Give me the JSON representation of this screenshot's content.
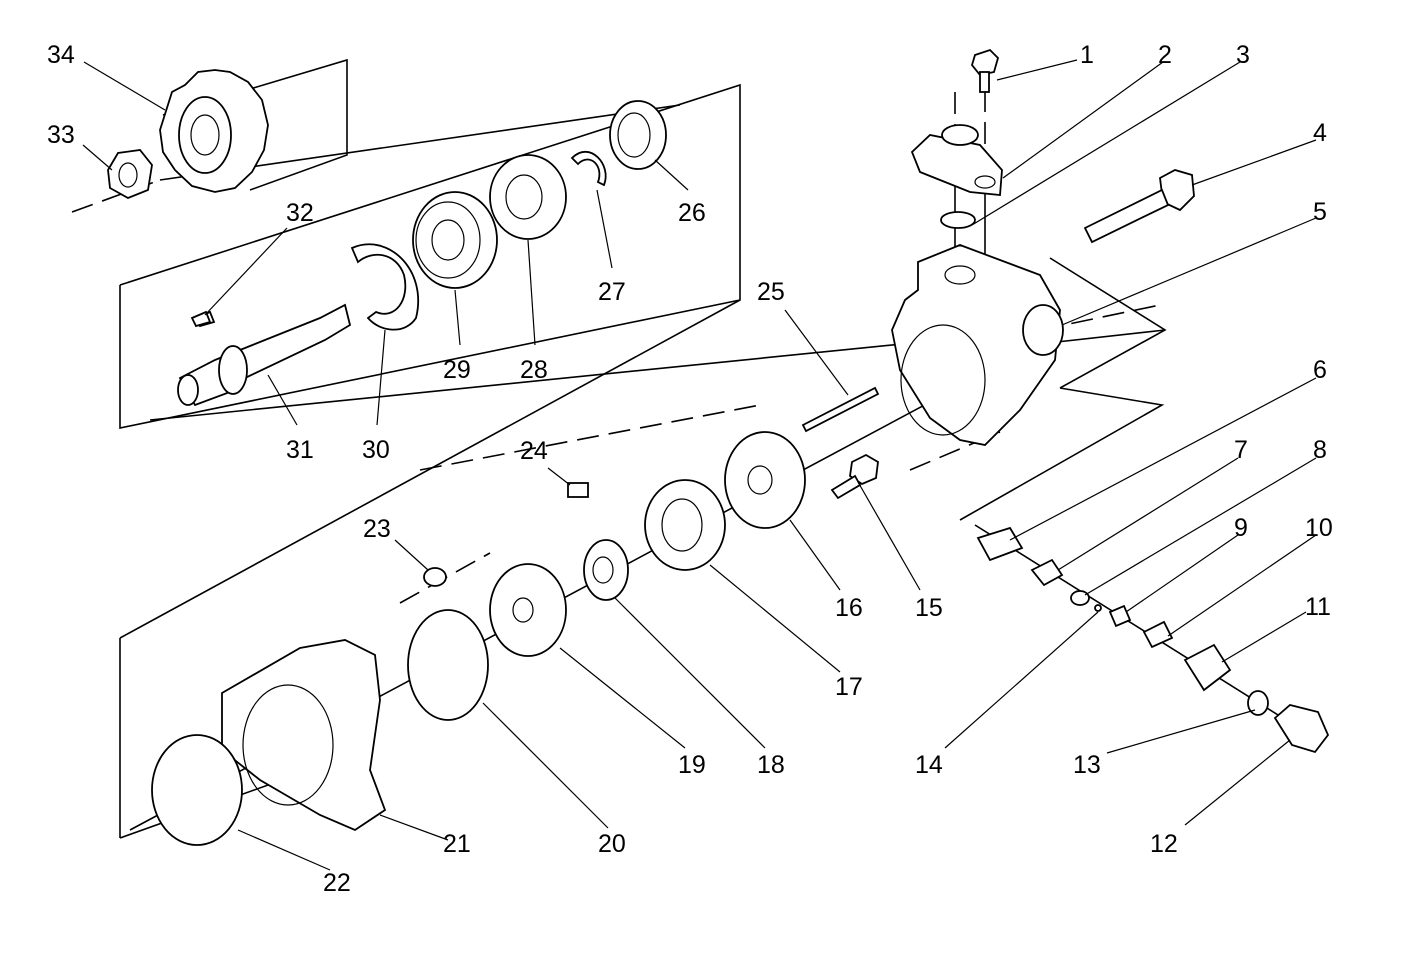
{
  "callouts": [
    {
      "id": "1",
      "text": "1"
    },
    {
      "id": "2",
      "text": "2"
    },
    {
      "id": "3",
      "text": "3"
    },
    {
      "id": "4",
      "text": "4"
    },
    {
      "id": "5",
      "text": "5"
    },
    {
      "id": "6",
      "text": "6"
    },
    {
      "id": "7",
      "text": "7"
    },
    {
      "id": "8",
      "text": "8"
    },
    {
      "id": "9",
      "text": "9"
    },
    {
      "id": "10",
      "text": "10"
    },
    {
      "id": "11",
      "text": "11"
    },
    {
      "id": "12",
      "text": "12"
    },
    {
      "id": "13",
      "text": "13"
    },
    {
      "id": "14",
      "text": "14"
    },
    {
      "id": "15",
      "text": "15"
    },
    {
      "id": "16",
      "text": "16"
    },
    {
      "id": "17",
      "text": "17"
    },
    {
      "id": "18",
      "text": "18"
    },
    {
      "id": "19",
      "text": "19"
    },
    {
      "id": "20",
      "text": "20"
    },
    {
      "id": "21",
      "text": "21"
    },
    {
      "id": "22",
      "text": "22"
    },
    {
      "id": "23",
      "text": "23"
    },
    {
      "id": "24",
      "text": "24"
    },
    {
      "id": "25",
      "text": "25"
    },
    {
      "id": "26",
      "text": "26"
    },
    {
      "id": "27",
      "text": "27"
    },
    {
      "id": "28",
      "text": "28"
    },
    {
      "id": "29",
      "text": "29"
    },
    {
      "id": "30",
      "text": "30"
    },
    {
      "id": "31",
      "text": "31"
    },
    {
      "id": "32",
      "text": "32"
    },
    {
      "id": "33",
      "text": "33"
    },
    {
      "id": "34",
      "text": "34"
    }
  ]
}
